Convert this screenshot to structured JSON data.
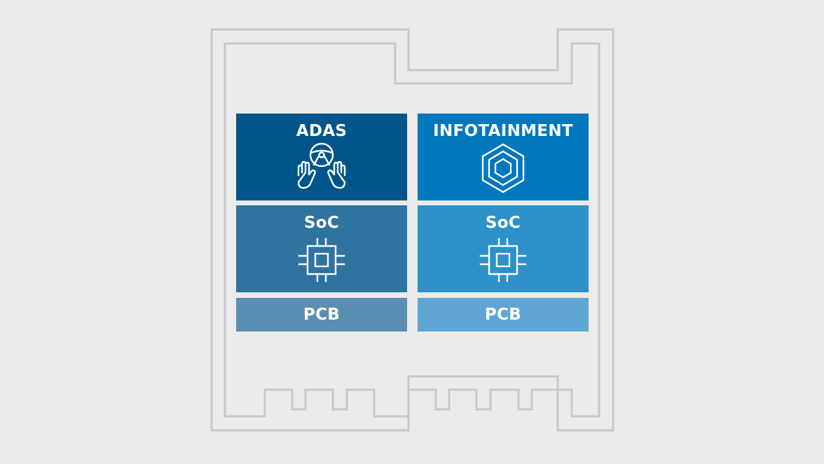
{
  "diagram": {
    "housing_outline_color": "#c9c9c9",
    "columns": [
      {
        "function": {
          "label": "ADAS",
          "icon": "hands-steering-wheel-icon",
          "color": "#00568a"
        },
        "soc": {
          "label": "SoC",
          "icon": "chip-icon",
          "color": "#2f739f"
        },
        "pcb": {
          "label": "PCB",
          "color": "#5b8fb2"
        }
      },
      {
        "function": {
          "label": "INFOTAINMENT",
          "icon": "hexagon-layers-icon",
          "color": "#0178be"
        },
        "soc": {
          "label": "SoC",
          "icon": "chip-icon",
          "color": "#2d91c9"
        },
        "pcb": {
          "label": "PCB",
          "color": "#5fa6d5"
        }
      }
    ]
  }
}
